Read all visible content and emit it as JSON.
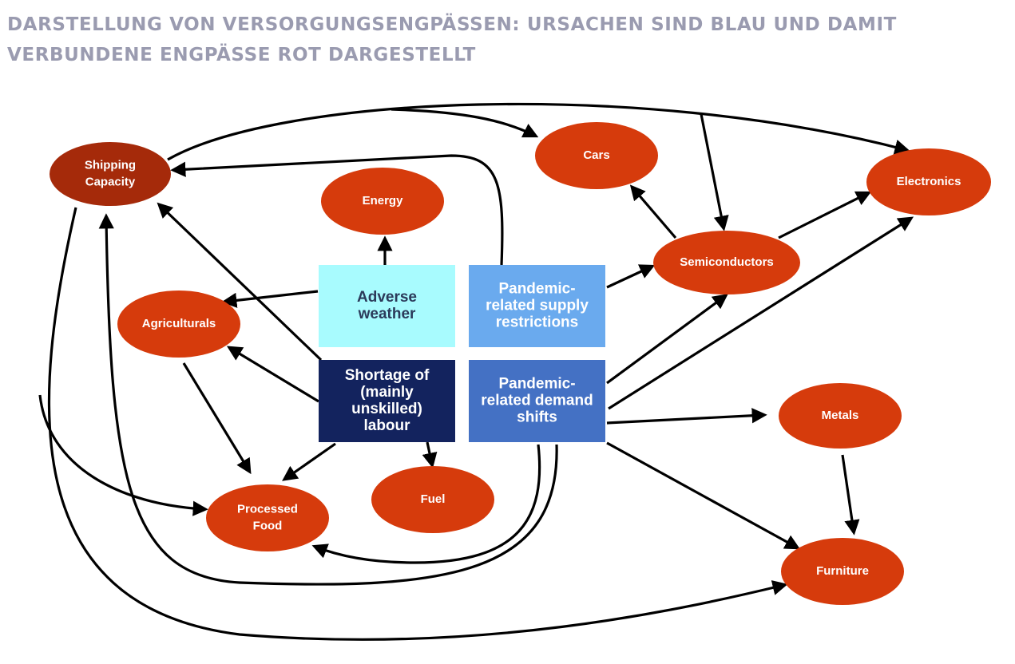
{
  "title": "DARSTELLUNG VON VERSORGUNGSENGPÄSSEN: URSACHEN SIND BLAU UND DAMIT VERBUNDENE ENGPÄSSE ROT DARGESTELLT",
  "colors": {
    "cause_light": "#a8fbfe",
    "cause_mid": "#6aaaee",
    "cause_dark": "#13235e",
    "cause_blue": "#4471c4",
    "shortage": "#d63b0c",
    "shipping": "#a52a0a"
  },
  "causes": {
    "weather": [
      "Adverse",
      "weather"
    ],
    "supply": [
      "Pandemic-",
      "related supply",
      "restrictions"
    ],
    "labour": [
      "Shortage of",
      "(mainly",
      "unskilled)",
      "labour"
    ],
    "demand": [
      "Pandemic-",
      "related demand",
      "shifts"
    ]
  },
  "shortages": {
    "shipping": [
      "Shipping",
      "Capacity"
    ],
    "energy": [
      "Energy"
    ],
    "cars": [
      "Cars"
    ],
    "electronics": [
      "Electronics"
    ],
    "semiconductors": [
      "Semiconductors"
    ],
    "agriculturals": [
      "Agriculturals"
    ],
    "metals": [
      "Metals"
    ],
    "fuel": [
      "Fuel"
    ],
    "processed_food": [
      "Processed",
      "Food"
    ],
    "furniture": [
      "Furniture"
    ]
  }
}
